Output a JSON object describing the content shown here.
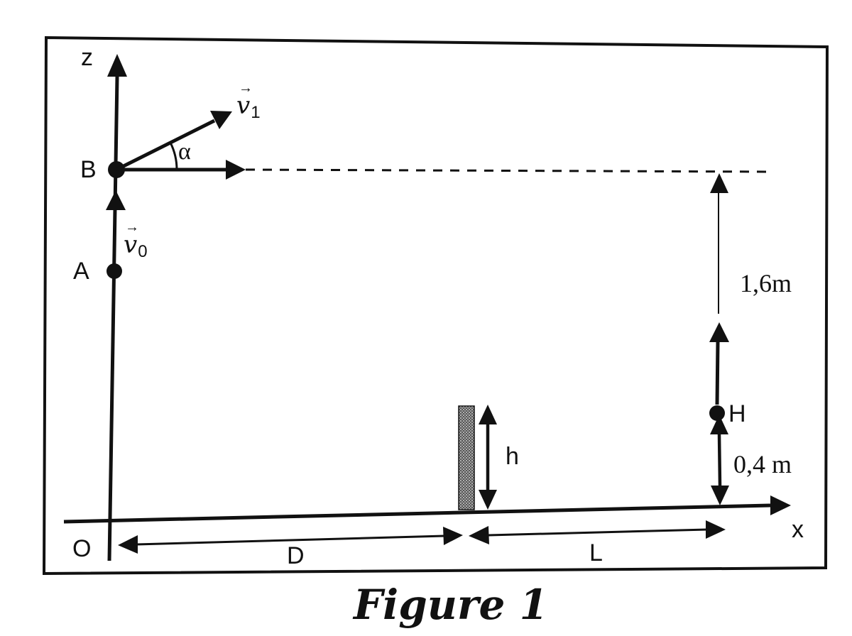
{
  "caption": "Figure 1",
  "axes": {
    "z": "z",
    "x": "x",
    "origin": "O"
  },
  "points": {
    "A": "A",
    "B": "B",
    "H": "H"
  },
  "vectors": {
    "v1": {
      "symbol": "v",
      "subscript": "1"
    },
    "v0": {
      "symbol": "v",
      "subscript": "0"
    }
  },
  "angle": "α",
  "dimensions": {
    "wall_height": "h",
    "upper_height": "1,6m",
    "lower_height": "0,4 m",
    "distance_D": "D",
    "distance_L": "L"
  },
  "colors": {
    "ink": "#111111",
    "background": "#ffffff"
  }
}
